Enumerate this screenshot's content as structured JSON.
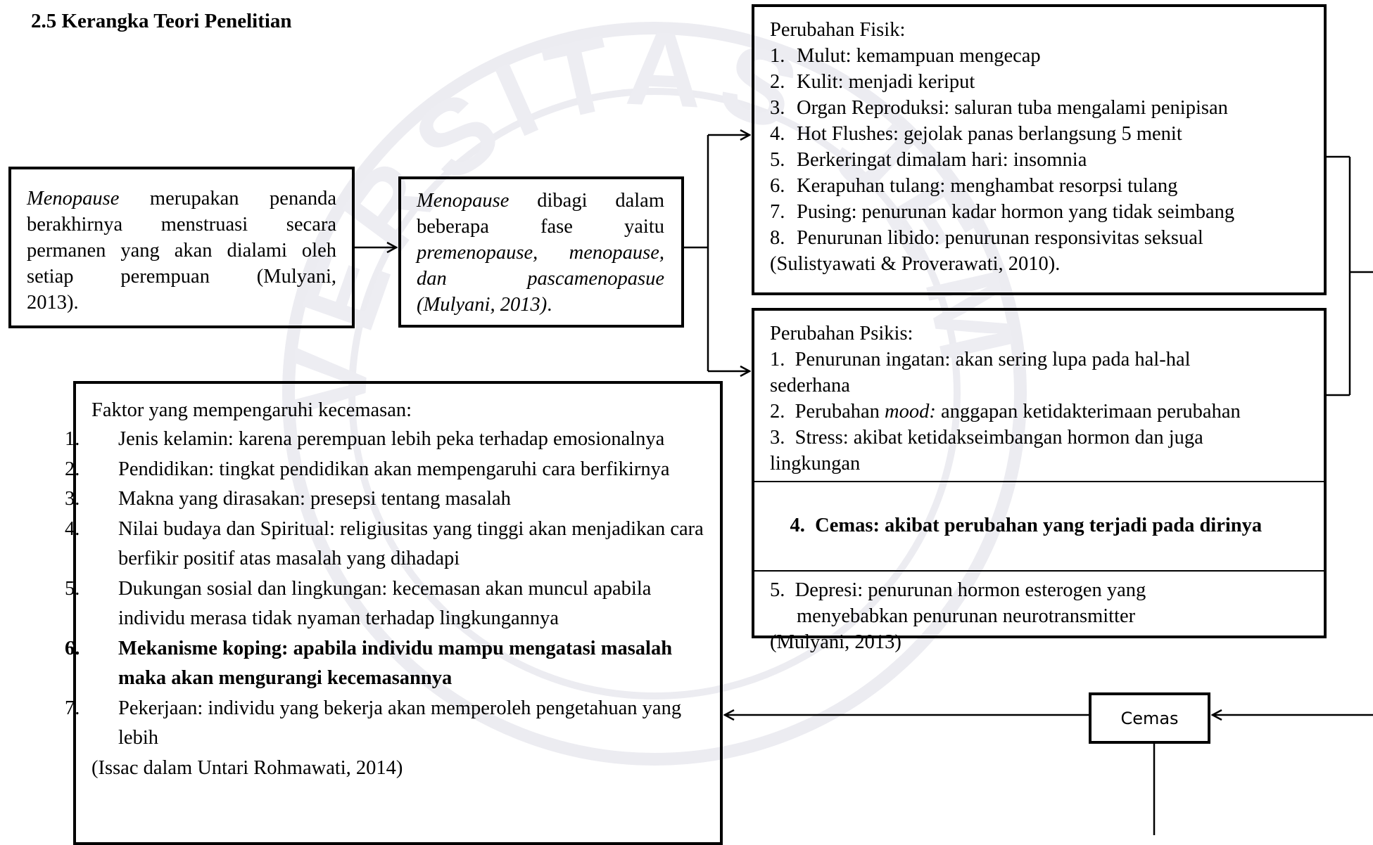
{
  "heading": "2.5 Kerangka Teori Penelitian",
  "box_definition": {
    "term": "Menopause",
    "rest_first": " merupakan penanda",
    "lines": [
      "berakhirnya menstruasi secara",
      "permanen yang akan dialami oleh",
      "setiap perempuan (Mulyani,",
      "2013)."
    ]
  },
  "box_phases": {
    "term": "Menopause",
    "rest_first": " dibagi dalam",
    "line2": "beberapa fase yaitu",
    "line3": "premenopause, menopause,",
    "line4": "dan pascamenopasue",
    "line5": "(Mulyani, 2013)",
    "line5_end": "."
  },
  "box_fisik": {
    "title": "Perubahan Fisik:",
    "items": [
      "Mulut: kemampuan mengecap",
      "Kulit: menjadi keriput",
      "Organ Reproduksi: saluran tuba mengalami penipisan",
      "Hot Flushes: gejolak panas berlangsung 5 menit",
      "Berkeringat dimalam hari: insomnia",
      "Kerapuhan tulang: menghambat resorpsi tulang",
      "Pusing: penurunan kadar hormon yang tidak seimbang",
      "Penurunan libido: penurunan responsivitas seksual"
    ],
    "numbers": [
      "1.",
      "2.",
      "3.",
      "4.",
      "5.",
      "6.",
      "7.",
      "8."
    ],
    "source": "(Sulistyawati & Proverawati, 2010)."
  },
  "box_psikis": {
    "title": "Perubahan Psikis:",
    "item1": "1.  Penurunan ingatan: akan sering lupa pada hal-hal",
    "item1b": "sederhana",
    "item2_pre": "2.  Perubahan ",
    "item2_mood": "mood:",
    "item2_post": " anggapan ketidakterimaan perubahan",
    "item3": "3.  Stress: akibat ketidakseimbangan hormon dan juga",
    "item3b": "lingkungan",
    "item4": "4.  Cemas: akibat perubahan yang terjadi pada dirinya",
    "item5": "5.  Depresi: penurunan hormon esterogen yang",
    "item5b": "menyebabkan penurunan neurotransmitter",
    "source": "(Mulyani, 2013)"
  },
  "box_faktor": {
    "title": "Faktor yang mempengaruhi kecemasan:",
    "items": [
      {
        "num": "1.",
        "text": "Jenis kelamin: karena perempuan lebih peka terhadap emosionalnya"
      },
      {
        "num": "2.",
        "text": "Pendidikan: tingkat pendidikan akan mempengaruhi cara berfikirnya"
      },
      {
        "num": "3.",
        "text": "Makna yang dirasakan: presepsi tentang masalah"
      },
      {
        "num": "4.",
        "text": "Nilai budaya dan Spiritual: religiusitas yang tinggi akan menjadikan cara berfikir positif atas masalah yang dihadapi"
      },
      {
        "num": "5.",
        "text": "Dukungan sosial dan lingkungan: kecemasan akan muncul apabila individu merasa tidak nyaman terhadap lingkungannya"
      },
      {
        "num": "6.",
        "text": "Mekanisme koping: apabila individu mampu mengatasi masalah maka akan mengurangi kecemasannya"
      },
      {
        "num": "7.",
        "text": "Pekerjaan: individu yang bekerja akan memperoleh pengetahuan yang lebih"
      }
    ],
    "source": "(Issac dalam Untari Rohmawati, 2014)"
  },
  "cemas_box": "Cemas",
  "watermark_text": "UNIVERSITAS JEMBER",
  "colors": {
    "line": "#000000",
    "watermark": "#e9e9ee"
  }
}
